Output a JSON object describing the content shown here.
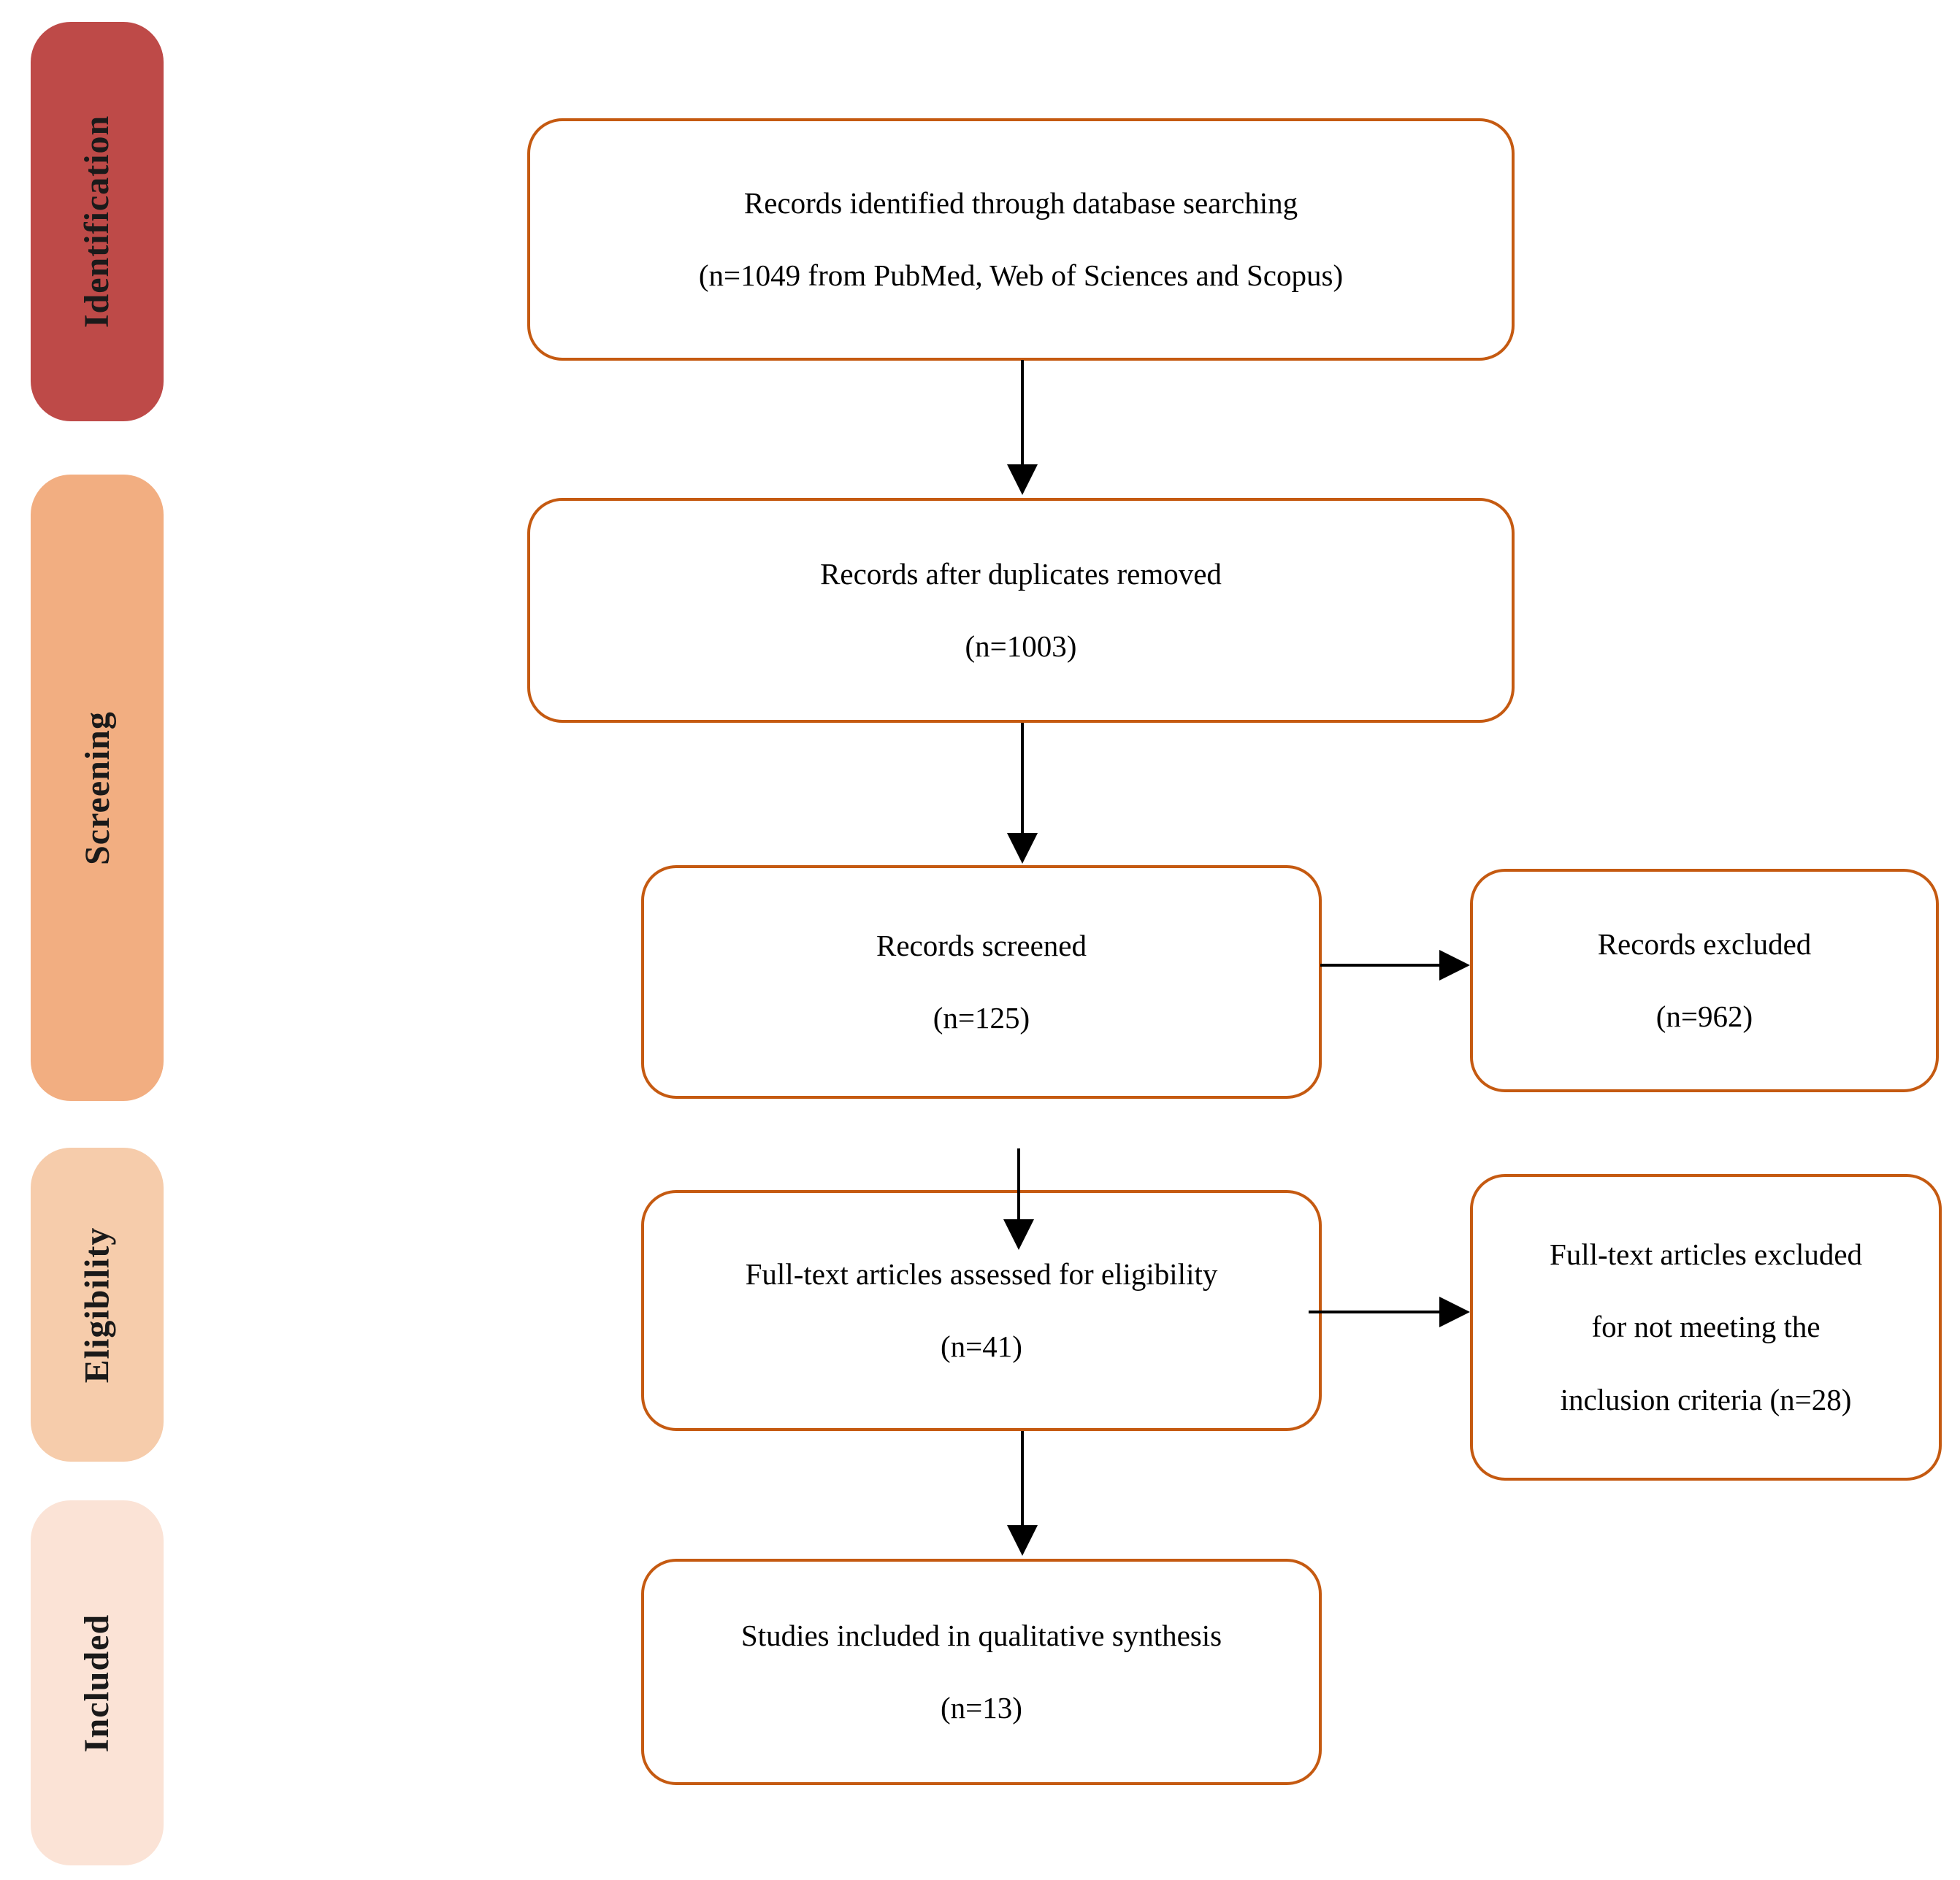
{
  "diagram": {
    "type": "prisma-flow",
    "stages": [
      {
        "id": "identification",
        "label": "Identification",
        "color": "#be4a48"
      },
      {
        "id": "screening",
        "label": "Screening",
        "color": "#f2ae81"
      },
      {
        "id": "eligibility",
        "label": "Eligibility",
        "color": "#f6ccab"
      },
      {
        "id": "included",
        "label": "Included",
        "color": "#fbe3d6"
      }
    ],
    "boxes": {
      "identified": {
        "lines": [
          "Records identified through database searching",
          "(n=1049 from PubMed, Web of Sciences and Scopus)"
        ]
      },
      "dedup": {
        "lines": [
          "Records after duplicates removed",
          "(n=1003)"
        ]
      },
      "screened": {
        "lines": [
          "Records screened",
          "(n=125)"
        ]
      },
      "records_excluded": {
        "lines": [
          "Records excluded",
          "(n=962)"
        ]
      },
      "fulltext_assessed": {
        "lines": [
          "Full-text articles assessed for eligibility",
          "(n=41)"
        ]
      },
      "fulltext_excluded": {
        "lines": [
          "Full-text articles excluded",
          "for not meeting the",
          "inclusion criteria (n=28)"
        ]
      },
      "included_studies": {
        "lines": [
          "Studies included in qualitative synthesis",
          "(n=13)"
        ]
      }
    },
    "colors": {
      "box_border": "#c55a11",
      "arrow": "#000000",
      "stage_text": "#1a1a1a",
      "box_text": "#000000",
      "background": "#ffffff"
    }
  }
}
